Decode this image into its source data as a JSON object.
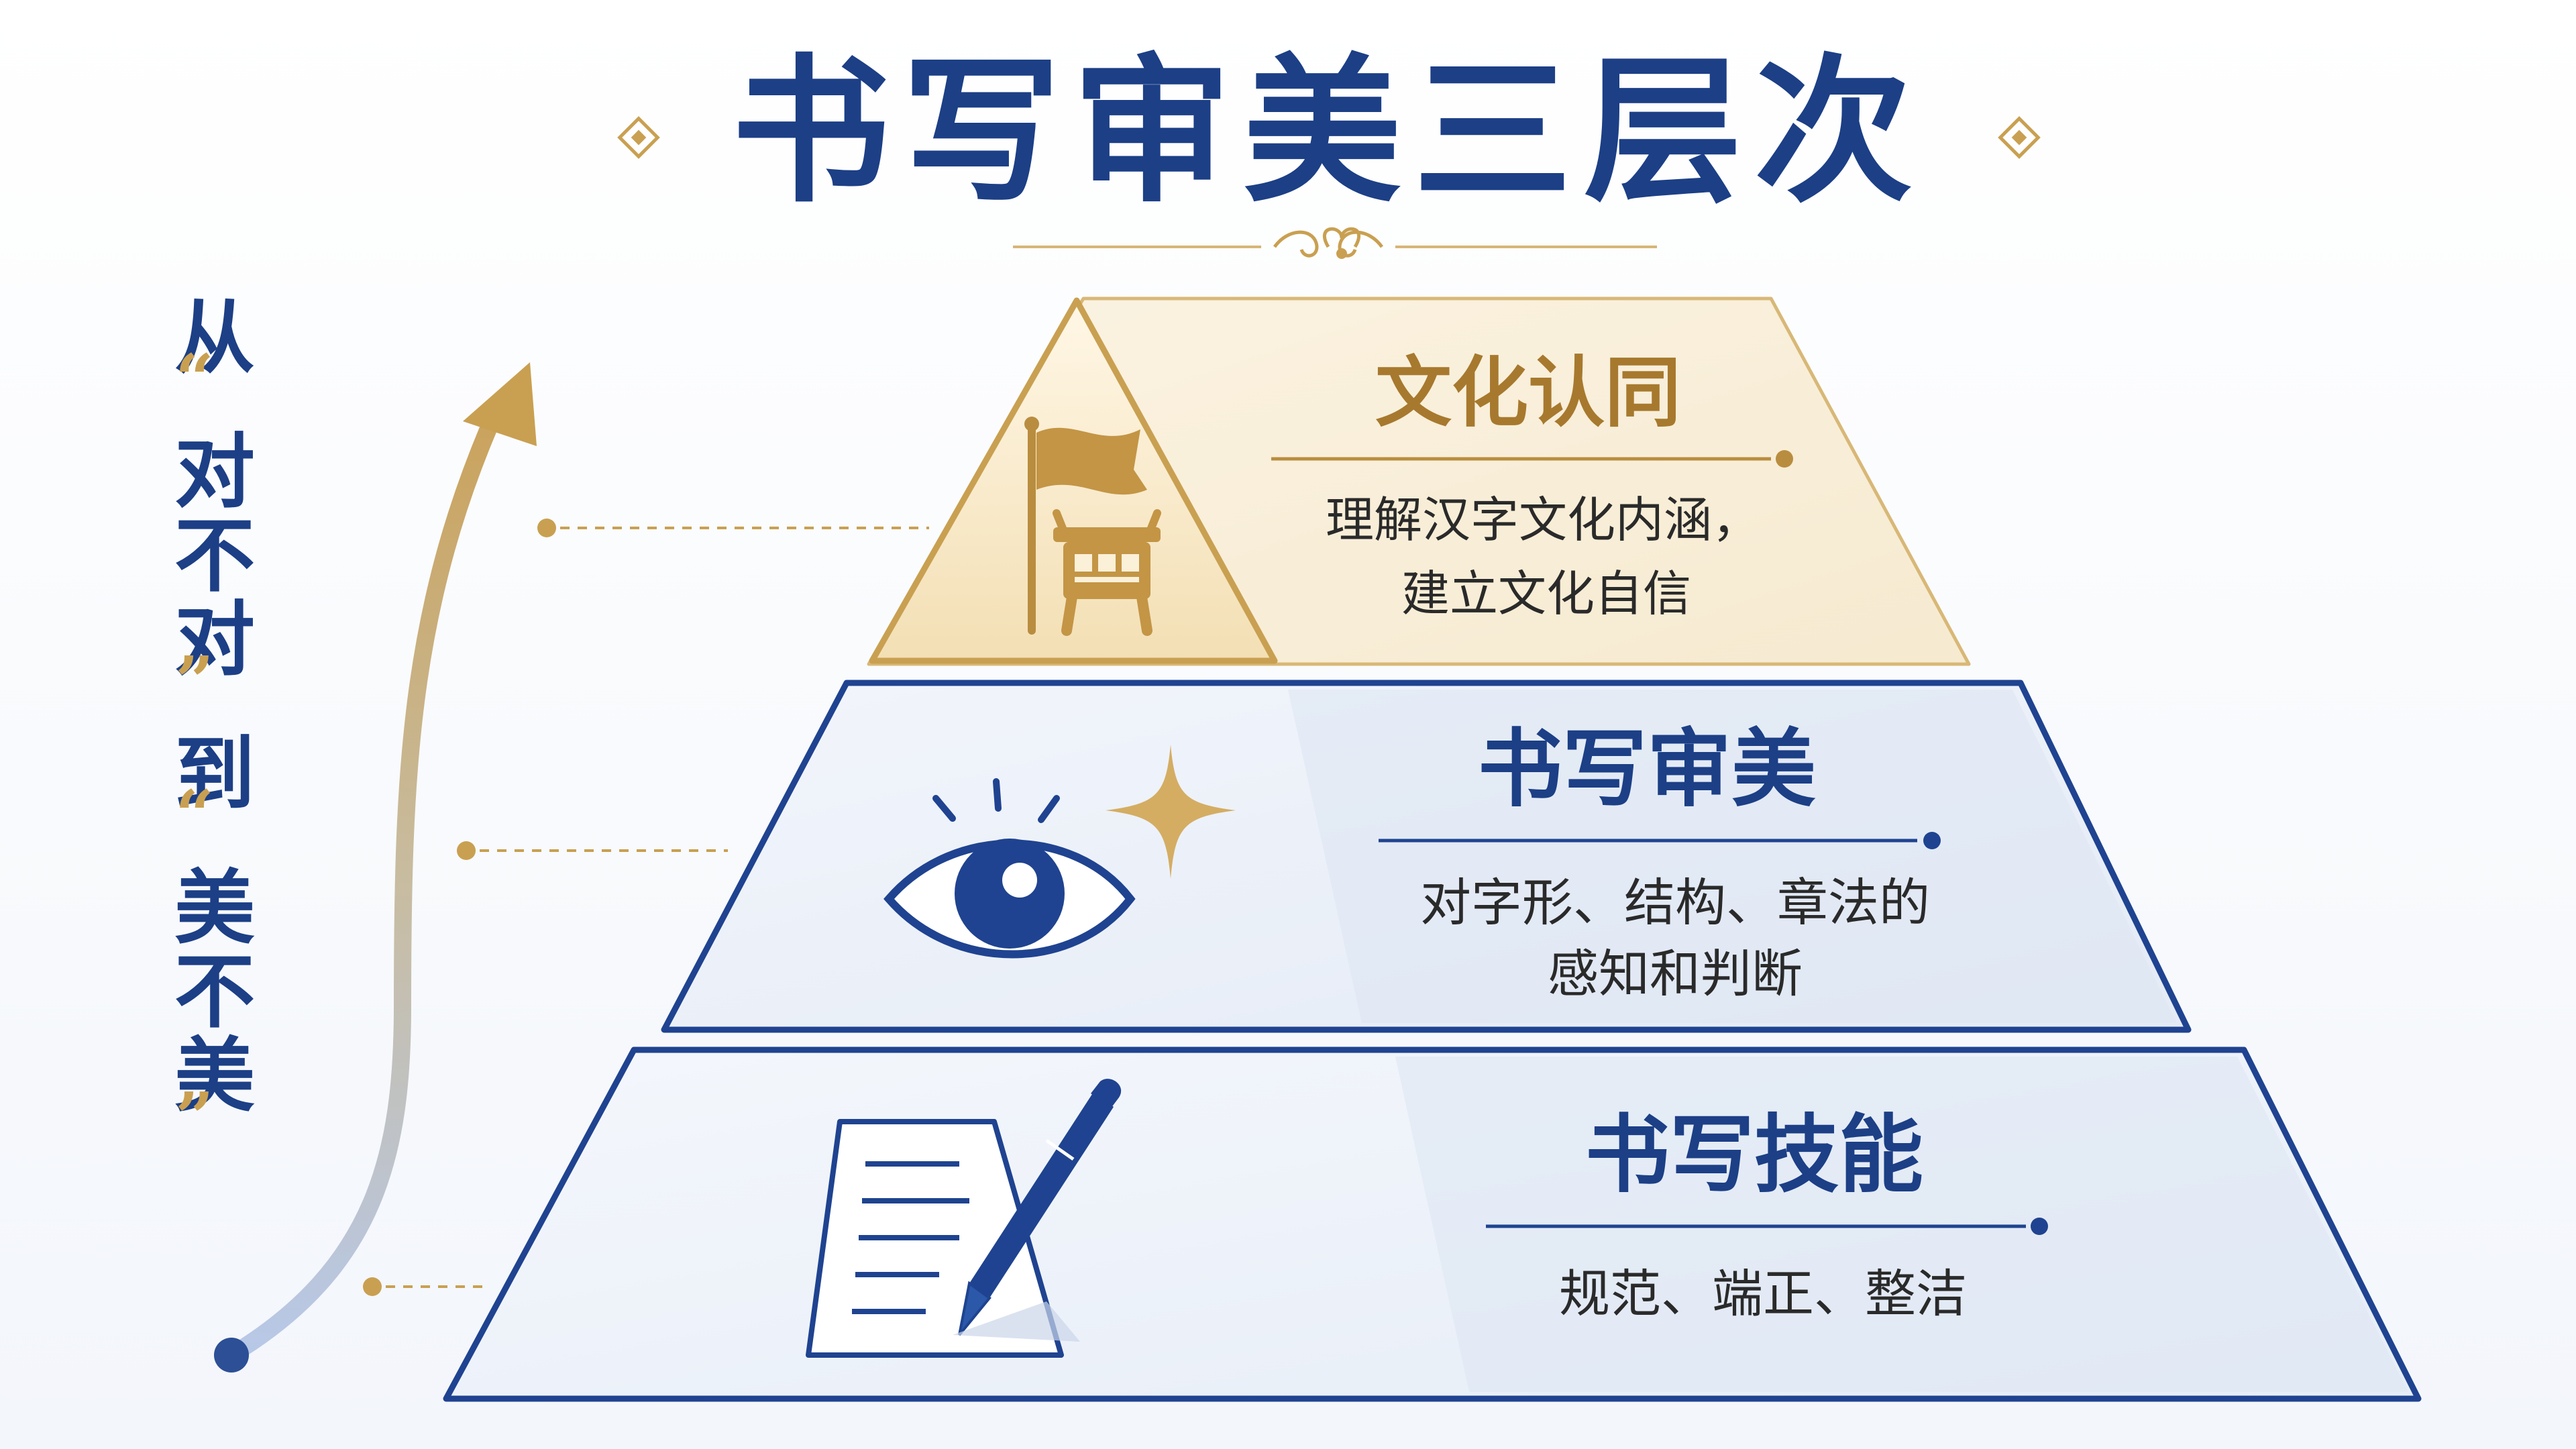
{
  "title": "书写审美三层次",
  "side_label": {
    "chars": [
      "从",
      "“",
      "对",
      "不",
      "对",
      "”",
      "到",
      "“",
      "美",
      "不",
      "美",
      "”"
    ]
  },
  "tiers": [
    {
      "id": "culture",
      "title": "文化认同",
      "desc_lines": [
        "理解汉字文化内涵，",
        "建立文化自信"
      ],
      "icon": "flag-and-ding-icon"
    },
    {
      "id": "aesthetic",
      "title": "书写审美",
      "desc_lines": [
        "对字形、结构、章法的",
        "感知和判断"
      ],
      "icon": "eye-sparkle-icon"
    },
    {
      "id": "skill",
      "title": "书写技能",
      "desc_lines": [
        "规范、端正、整洁"
      ],
      "icon": "pen-document-icon"
    }
  ],
  "colors": {
    "navy": "#1c3f86",
    "gold": "#c9a051",
    "gold_dark": "#a7792e",
    "text": "#2a2a2a"
  }
}
